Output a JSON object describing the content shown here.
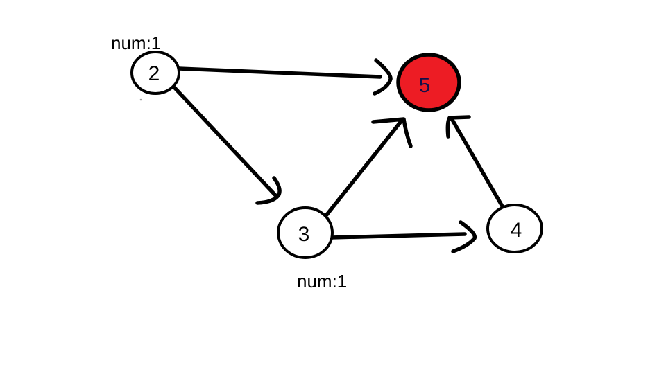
{
  "diagram": {
    "type": "directed-graph",
    "background": "#ffffff",
    "stroke_color": "#000000",
    "highlight_color": "#ed1c24",
    "nodes": [
      {
        "id": "2",
        "label": "2",
        "fill": "#ffffff",
        "highlighted": false
      },
      {
        "id": "3",
        "label": "3",
        "fill": "#ffffff",
        "highlighted": false
      },
      {
        "id": "4",
        "label": "4",
        "fill": "#ffffff",
        "highlighted": false
      },
      {
        "id": "5",
        "label": "5",
        "fill": "#ed1c24",
        "highlighted": true
      }
    ],
    "edges": [
      {
        "from": "2",
        "to": "5"
      },
      {
        "from": "2",
        "to": "3"
      },
      {
        "from": "3",
        "to": "5"
      },
      {
        "from": "3",
        "to": "4"
      },
      {
        "from": "4",
        "to": "5"
      }
    ],
    "annotations": [
      {
        "text": "num:1",
        "near_node": "2"
      },
      {
        "text": "num:1",
        "near_node": "3"
      }
    ]
  }
}
